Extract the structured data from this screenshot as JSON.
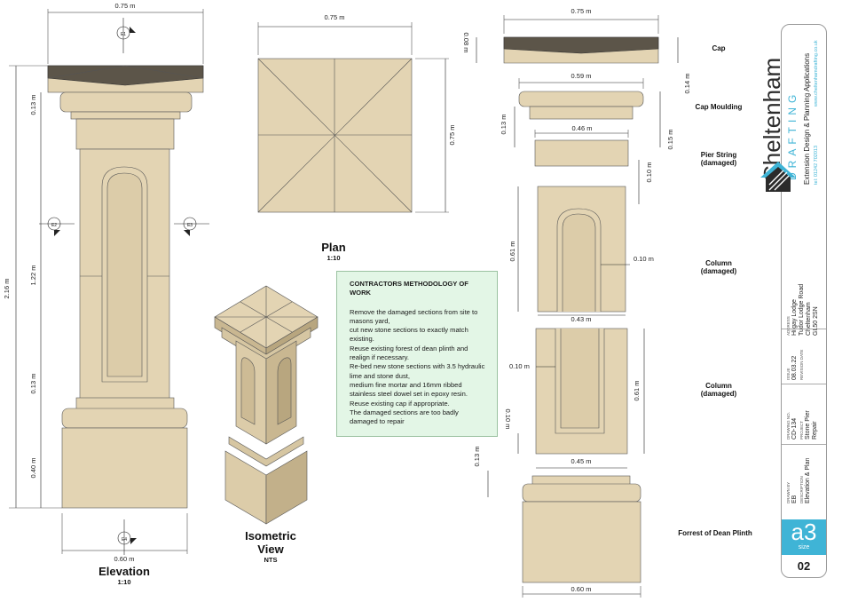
{
  "views": {
    "elevation": {
      "title": "Elevation",
      "scale": "1:10"
    },
    "plan": {
      "title": "Plan",
      "scale": "1:10"
    },
    "isometric": {
      "title_line1": "Isometric",
      "title_line2": "View",
      "scale": "NTS"
    }
  },
  "dimensions": {
    "elev_top_width": "0.75 m",
    "elev_bottom_width": "0.60 m",
    "elev_total_height": "2.16 m",
    "elev_upper_moulding": "0.13 m",
    "elev_shaft": "1.22 m",
    "elev_lower_moulding": "0.13 m",
    "elev_plinth": "0.40 m",
    "plan_width": "0.75 m",
    "plan_depth": "0.75 m",
    "cap_width": "0.75 m",
    "cap_rise": "0.08 m",
    "cap_height": "0.14 m",
    "cap_moulding_width": "0.59 m",
    "cap_moulding_height": "0.13 m",
    "cap_moulding_side": "0.15 m",
    "string_width": "0.46 m",
    "string_height": "0.10 m",
    "column_upper_height": "0.61 m",
    "column_upper_inset": "0.10 m",
    "column_upper_width": "0.43 m",
    "column_lower_inset": "0.10 m",
    "column_lower_height": "0.61 m",
    "column_lower_bottom": "0.10 m",
    "column_lower_width": "0.45 m",
    "plinth_moulding": "0.13 m",
    "plinth_width": "0.60 m"
  },
  "components": {
    "cap": "Cap",
    "cap_moulding": "Cap Moulding",
    "pier_string": "Pier String",
    "damaged": "(damaged)",
    "column": "Column",
    "plinth": "Forrest of Dean Plinth"
  },
  "section_markers": [
    "E1",
    "E2",
    "E3",
    "E4"
  ],
  "notes": {
    "heading": "CONTRACTORS METHODOLOGY OF WORK",
    "body": "Remove the damaged sections from site to masons yard,\ncut new stone sections to exactly match existing.\nReuse existing forest of dean plinth and realign if necessary.\nRe-bed new stone sections with 3.5 hydraulic lime and stone dust,\nmedium fine mortar and 16mm ribbed stainless steel dowel set in epoxy resin.\nReuse existing cap if appropriate.\nThe damaged sections are too badly damaged to repair"
  },
  "title_block": {
    "company": "Cheltenham",
    "company_sub": "DRAFTING",
    "tagline": "Extension Design & Planning Applications",
    "website": "www.cheltenhamdrafting.co.uk",
    "phone": "tel: 01242 702013",
    "address_label": "ADDRESS",
    "address": [
      "Hilgay Lodge",
      "Tudor Lodge Road",
      "Cheltenham",
      "GL50 2SN"
    ],
    "issue_label": "ISSUE",
    "issue": "08.03.22",
    "revision_label": "REVISION DATE",
    "drawing_no_label": "DRAWING NO.",
    "drawing_no": "CD-134",
    "project_label": "PROJECT",
    "project": [
      "Stone Pier",
      "Repair"
    ],
    "drawn_by_label": "DRAWN BY",
    "drawn_by": "EB",
    "description_label": "DESCRIPTION",
    "description": "Elevation & Plan",
    "paper": "a3",
    "paper_sub": "size",
    "sheet": "02"
  },
  "colors": {
    "stone": "#e3d4b3",
    "stone_dark": "#c9b791",
    "cap_top": "#5c5549",
    "accent": "#3fb4d6",
    "note_bg": "#e3f6e6"
  }
}
